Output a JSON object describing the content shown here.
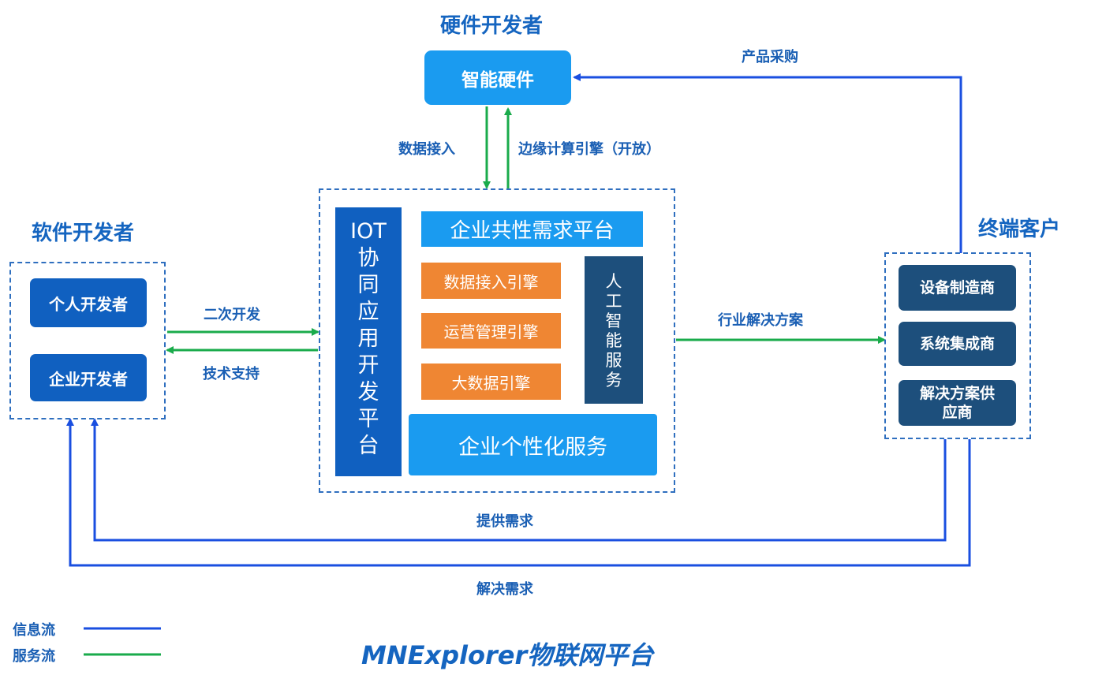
{
  "titles": {
    "hardware_dev": "硬件开发者",
    "software_dev": "软件开发者",
    "end_customer": "终端客户"
  },
  "hardware": {
    "smart_hw": "智能硬件"
  },
  "software": {
    "personal": "个人开发者",
    "enterprise": "企业开发者"
  },
  "platform": {
    "iot_title": "IOT",
    "iot_chars": [
      "协",
      "同",
      "应",
      "用",
      "开",
      "发",
      "平",
      "台"
    ],
    "common_needs": "企业共性需求平台",
    "engines": [
      "数据接入引擎",
      "运营管理引擎",
      "大数据引擎"
    ],
    "ai_chars": [
      "人",
      "工",
      "智",
      "能",
      "服",
      "务"
    ],
    "personalized": "企业个性化服务"
  },
  "customers": {
    "device_maker": "设备制造商",
    "system_integrator": "系统集成商",
    "solution_provider_l1": "解决方案供",
    "solution_provider_l2": "应商"
  },
  "flows": {
    "data_access": "数据接入",
    "edge_compute": "边缘计算引擎（开放）",
    "product_purchase": "产品采购",
    "secondary_dev": "二次开发",
    "tech_support": "技术支持",
    "industry_solution": "行业解决方案",
    "provide_needs": "提供需求",
    "solve_needs": "解决需求"
  },
  "legend": {
    "info_flow": "信息流",
    "service_flow": "服务流"
  },
  "footer_title": "MNExplorer物联网平台",
  "colors": {
    "info_flow": "#1a4fe0",
    "service_flow": "#1aab4b",
    "orange": "#ef8633",
    "light_blue": "#1a9bf0",
    "dark_blue": "#1060c0",
    "navy": "#1d4f7c"
  }
}
